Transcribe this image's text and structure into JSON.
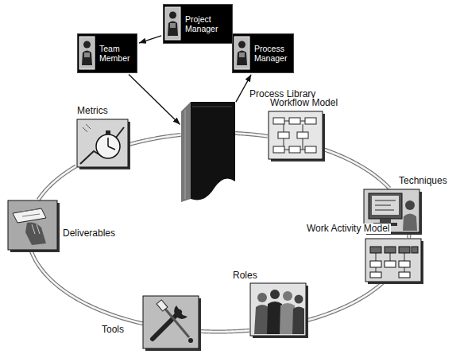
{
  "diagram": {
    "nodes": [
      {
        "text": [
          "Project Manager"
        ]
      },
      {
        "text": [
          "Team Member"
        ]
      },
      {
        "text": [
          "Process Manager"
        ]
      },
      {
        "text": [
          "Process Library"
        ]
      },
      {
        "text": [
          "Metrics"
        ]
      },
      {
        "text": [
          "Workflow Model"
        ]
      },
      {
        "text": [
          "Techniques"
        ]
      },
      {
        "text": [
          "Deliverables"
        ]
      },
      {
        "text": [
          "Work Activity Model"
        ]
      },
      {
        "text": [
          "Roles"
        ]
      },
      {
        "text": [
          "Tools"
        ]
      }
    ],
    "edges": [
      {
        "from": 0,
        "to": 1,
        "arrow": "to"
      },
      {
        "from": 2,
        "to": 0,
        "arrow": "to"
      },
      {
        "from": 1,
        "to": 3,
        "arrow": "to"
      },
      {
        "from": 3,
        "to": 2,
        "arrow": "to"
      },
      {
        "from": 3,
        "to": 5,
        "arrow": "none"
      },
      {
        "from": 5,
        "to": 6,
        "arrow": "none"
      },
      {
        "from": 6,
        "to": 8,
        "arrow": "none"
      },
      {
        "from": 8,
        "to": 9,
        "arrow": "none"
      },
      {
        "from": 9,
        "to": 10,
        "arrow": "none"
      },
      {
        "from": 10,
        "to": 7,
        "arrow": "none"
      },
      {
        "from": 7,
        "to": 4,
        "arrow": "none"
      },
      {
        "from": 4,
        "to": 3,
        "arrow": "none"
      }
    ]
  }
}
